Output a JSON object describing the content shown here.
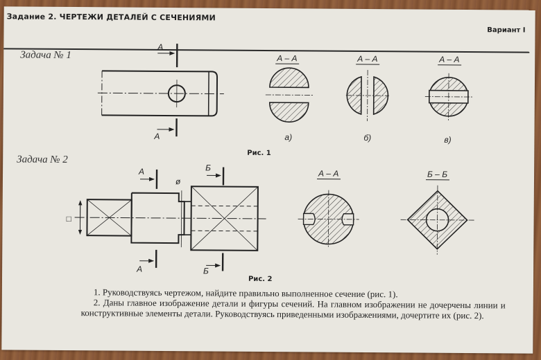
{
  "header": {
    "title": "Задание 2. ЧЕРТЕЖИ ДЕТАЛЕЙ С СЕЧЕНИЯМИ",
    "variant": "Вариант I"
  },
  "task1": {
    "label": "Задача № 1",
    "cut_label": "А",
    "sections": [
      {
        "title": "А – А",
        "option": "а)"
      },
      {
        "title": "А – А",
        "option": "б)"
      },
      {
        "title": "А – А",
        "option": "в)"
      }
    ],
    "figure_caption": "Рис. 1"
  },
  "task2": {
    "label": "Задача № 2",
    "cut_a": "А",
    "cut_b": "Б",
    "diameter_sign": "ø",
    "square_sign": "□",
    "sections": [
      {
        "title": "А – А"
      },
      {
        "title": "Б – Б"
      }
    ],
    "figure_caption": "Рис. 2"
  },
  "instructions": {
    "item1": "1. Руководствуясь чертежом, найдите правильно выполненное сечение (рис. 1).",
    "item2": "2. Даны главное изображение детали и фигуры сечений. На главном изображении не дочерчены линии и конструктивные элементы детали. Руководствуясь приведенными изображениями, дочертите их (рис. 2)."
  }
}
